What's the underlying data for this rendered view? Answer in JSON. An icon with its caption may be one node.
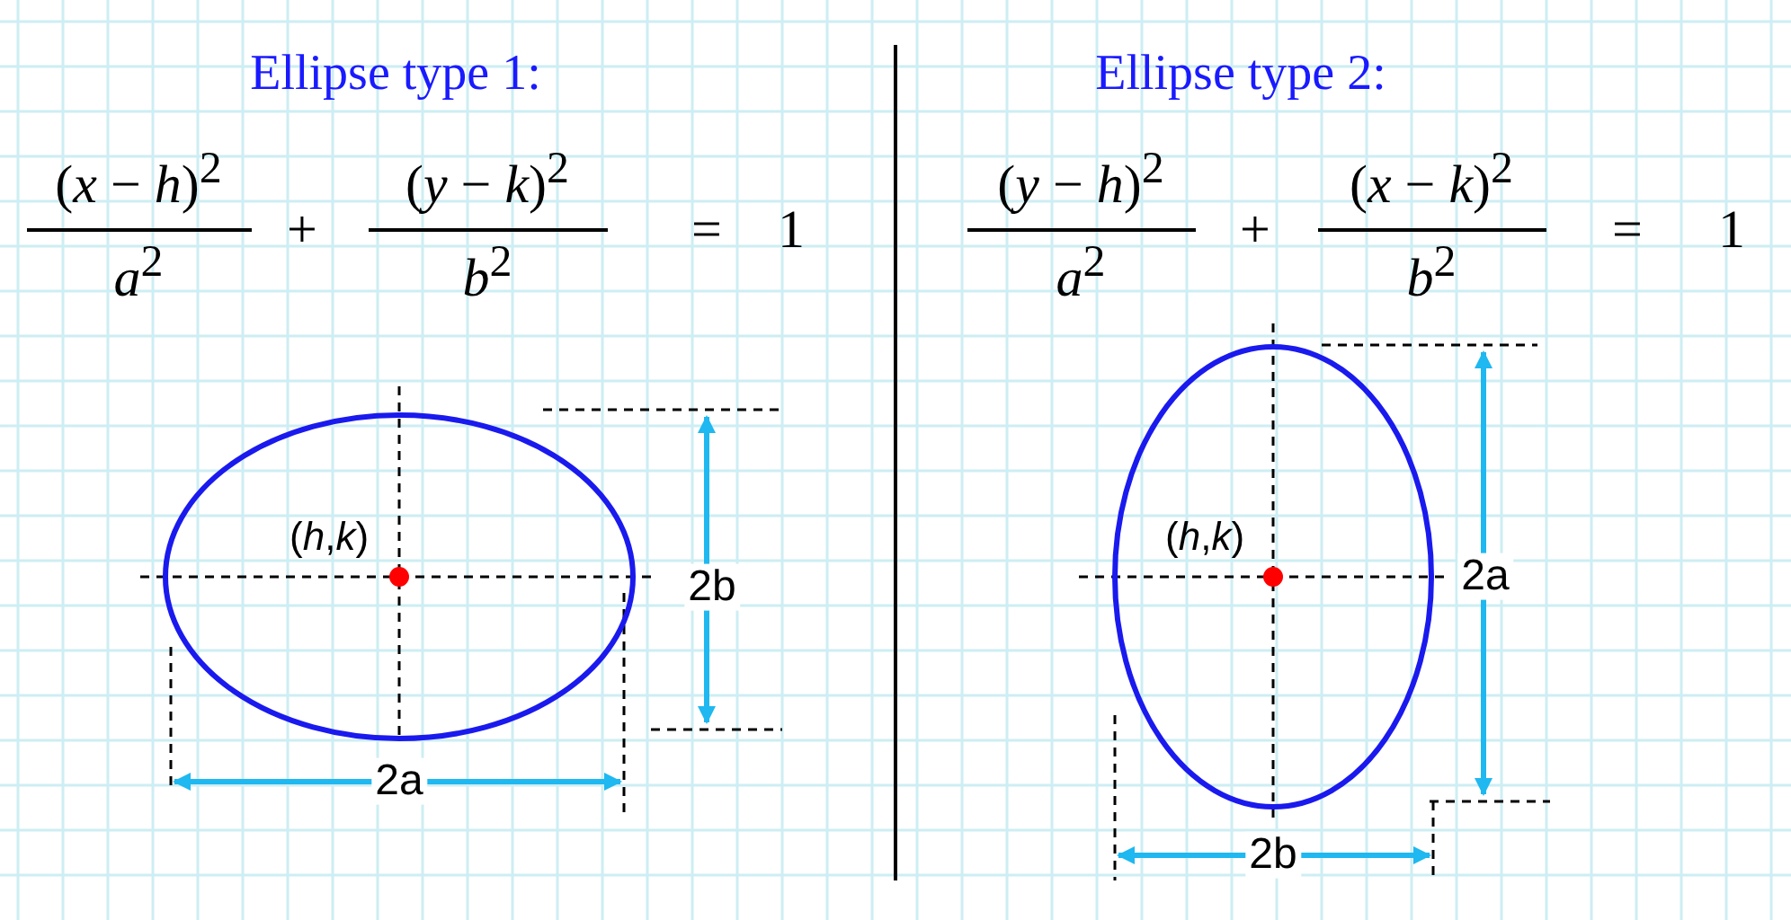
{
  "diagram": {
    "nodes": [
      {
        "text": [
          "(*h*,*k*)"
        ]
      },
      {
        "text": [
          "(*h*,*k*)"
        ]
      }
    ],
    "labels": [
      "Ellipse type 1:",
      "(*x* − *h*)$^{2}$",
      "*a*$^{2}$",
      "+",
      "(*y* − *k*)$^{2}$",
      "*b*$^{2}$",
      "=",
      "1",
      "2b",
      "2a",
      "Ellipse type 2:",
      "(*y* − *h*)$^{2}$",
      "*a*$^{2}$",
      "+",
      "(*x* − *k*)$^{2}$",
      "*b*$^{2}$",
      "=",
      "1",
      "2a",
      "2b"
    ]
  }
}
